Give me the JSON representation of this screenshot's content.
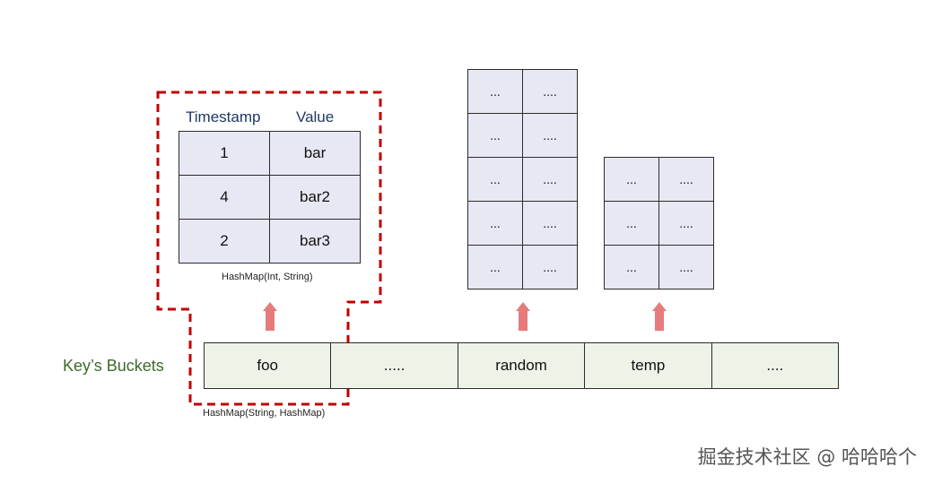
{
  "timestamp_table": {
    "header_timestamp": "Timestamp",
    "header_value": "Value",
    "rows": [
      {
        "timestamp": "1",
        "value": "bar"
      },
      {
        "timestamp": "4",
        "value": "bar2"
      },
      {
        "timestamp": "2",
        "value": "bar3"
      }
    ],
    "caption": "HashMap(Int, String)"
  },
  "random_table": {
    "rows": [
      {
        "a": "...",
        "b": "...."
      },
      {
        "a": "...",
        "b": "...."
      },
      {
        "a": "...",
        "b": "...."
      },
      {
        "a": "...",
        "b": "...."
      },
      {
        "a": "...",
        "b": "...."
      }
    ]
  },
  "temp_table": {
    "rows": [
      {
        "a": "...",
        "b": "...."
      },
      {
        "a": "...",
        "b": "...."
      },
      {
        "a": "...",
        "b": "...."
      }
    ]
  },
  "buckets": {
    "label": "Key’s Buckets",
    "items": [
      "foo",
      ".....",
      "random",
      "temp",
      "...."
    ],
    "caption": "HashMap(String, HashMap)"
  },
  "watermark": "掘金技术社区 @ 哈哈哈个",
  "colors": {
    "dashed_outline": "#c00000",
    "arrow": "#e57c7c",
    "table_fill": "#e8e8f4",
    "bucket_fill": "#edf3e7",
    "header_text": "#1f3864",
    "bucket_label_text": "#3d6b2a"
  }
}
